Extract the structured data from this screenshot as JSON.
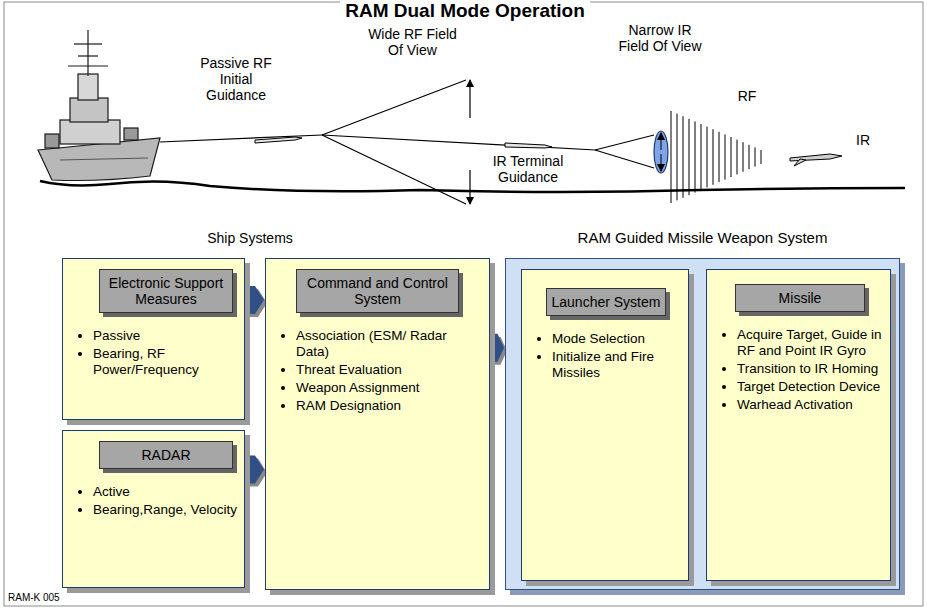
{
  "diagram": {
    "title": "RAM Dual Mode Operation",
    "nodes": [
      {
        "text": [
          "Passive",
          "Bearing, RF Power/Frequency"
        ]
      },
      {
        "text": [
          "Electronic Support Measures"
        ],
        "in": 0
      },
      {
        "text": [
          "Active",
          "Bearing,Range, Velocity"
        ]
      },
      {
        "text": [
          "RADAR"
        ],
        "in": 2
      },
      {
        "text": [
          "Association (ESM/ Radar Data)",
          "Threat Evaluation",
          "Weapon Assignment",
          "RAM Designation"
        ]
      },
      {
        "text": [
          "Command and Control System"
        ],
        "in": 4
      },
      {
        "text": [
          "RAM Guided Missile Weapon System"
        ]
      },
      {
        "text": [
          "Mode Selection",
          "Initialize and Fire Missiles"
        ],
        "in": 6
      },
      {
        "text": [
          "Launcher System"
        ],
        "in": 7
      },
      {
        "text": [
          "Acquire Target, Guide in RF and Point IR Gyro",
          "Transition to IR Homing",
          "Target Detection Device",
          "Warhead Activation"
        ],
        "in": 6
      },
      {
        "text": [
          "Missile"
        ],
        "in": 9
      }
    ],
    "edges": [
      {
        "from": 0,
        "to": 4,
        "arrow": "to"
      },
      {
        "from": 2,
        "to": 4,
        "arrow": "to"
      },
      {
        "from": 4,
        "to": 6,
        "arrow": "to"
      },
      {
        "from": 7,
        "to": 9,
        "arrow": "to"
      }
    ],
    "labels": [
      "Passive RF Initial Guidance",
      "Wide RF Field Of View",
      "IR Terminal Guidance",
      "Narrow IR Field Of View",
      "RF",
      "IR",
      "Ship Systems",
      "RAM-K 005"
    ]
  }
}
